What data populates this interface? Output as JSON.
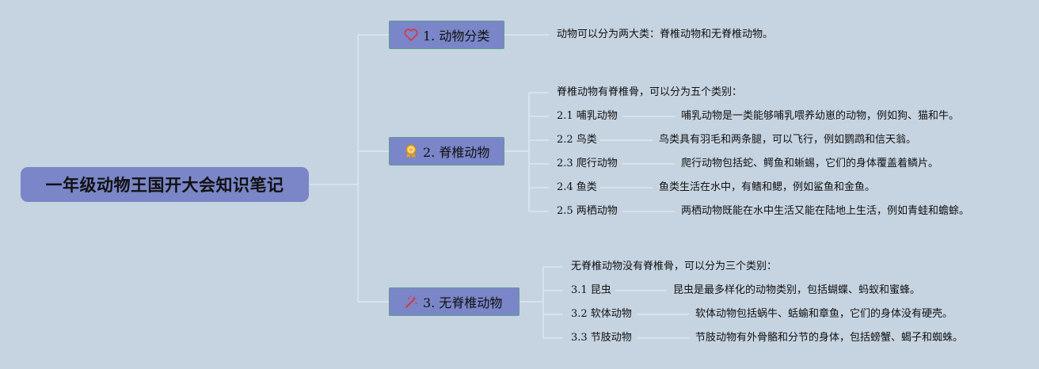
{
  "root": {
    "title": "一年级动物王国开大会知识笔记"
  },
  "branches": [
    {
      "label": "1. 动物分类",
      "icon": "heart-icon",
      "summary": "动物可以分为两大类：脊椎动物和无脊椎动物。"
    },
    {
      "label": "2. 脊椎动物",
      "icon": "award-ribbon-icon",
      "intro": "脊椎动物有脊椎骨，可以分为五个类别：",
      "items": [
        {
          "label": "2.1 哺乳动物",
          "desc": "哺乳动物是一类能够哺乳喂养幼崽的动物，例如狗、猫和牛。"
        },
        {
          "label": "2.2 鸟类",
          "desc": "鸟类具有羽毛和两条腿，可以飞行，例如鹦鹉和信天翁。"
        },
        {
          "label": "2.3 爬行动物",
          "desc": "爬行动物包括蛇、鳄鱼和蜥蜴，它们的身体覆盖着鳞片。"
        },
        {
          "label": "2.4 鱼类",
          "desc": "鱼类生活在水中，有鳍和鳃，例如鲨鱼和金鱼。"
        },
        {
          "label": "2.5 两栖动物",
          "desc": "两栖动物既能在水中生活又能在陆地上生活，例如青蛙和蟾蜍。"
        }
      ]
    },
    {
      "label": "3. 无脊椎动物",
      "icon": "magic-wand-icon",
      "intro": "无脊椎动物没有脊椎骨，可以分为三个类别：",
      "items": [
        {
          "label": "3.1 昆虫",
          "desc": "昆虫是最多样化的动物类别，包括蝴蝶、蚂蚁和蜜蜂。"
        },
        {
          "label": "3.2 软体动物",
          "desc": "软体动物包括蜗牛、蛞蝓和章鱼，它们的身体没有硬壳。"
        },
        {
          "label": "3.3 节肢动物",
          "desc": "节肢动物有外骨骼和分节的身体，包括螃蟹、蝎子和蜘蛛。"
        }
      ]
    }
  ],
  "colors": {
    "node_fill": "#7a86c8",
    "connector": "#dde6ee",
    "background": "#c6d4e2"
  }
}
